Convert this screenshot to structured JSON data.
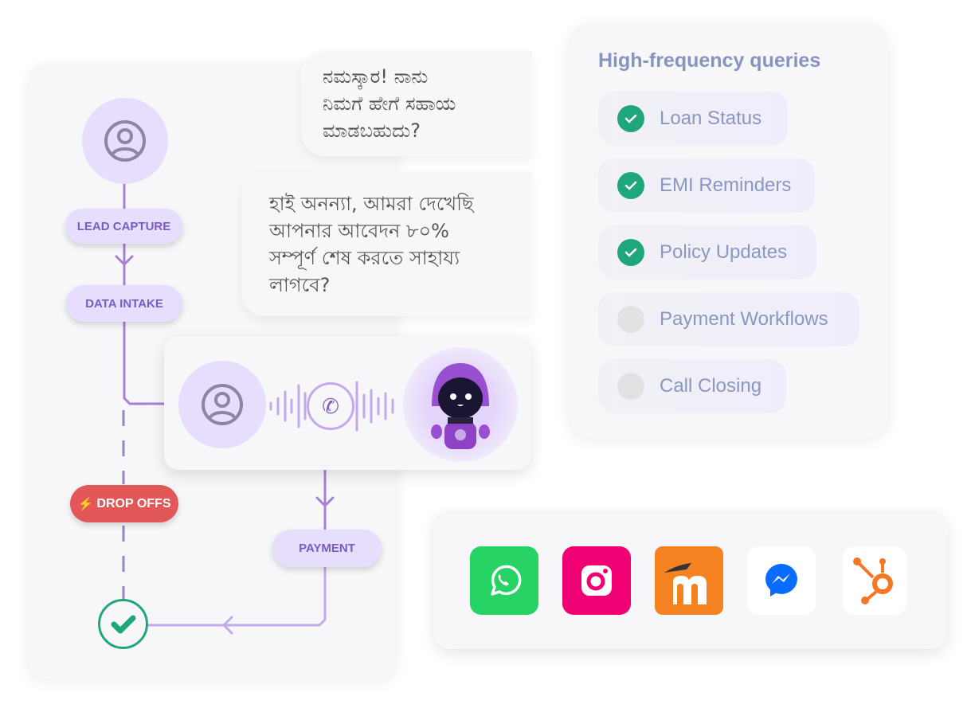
{
  "flow": {
    "steps": [
      "LEAD CAPTURE",
      "DATA INTAKE",
      "PAYMENT"
    ],
    "drop_offs_label": "DROP OFFS"
  },
  "chat": {
    "kannada_message": [
      "ನಮಸ್ಕಾರ! ನಾನು",
      "ನಿಮಗೆ ಹೇಗೆ ಸಹಾಯ",
      "ಮಾಡಬಹುದು?"
    ],
    "bengali_message": [
      "হাই অনন্যা, আমরা দেখেছি",
      "আপনার আবেদন ৮০%",
      "সম্পূর্ণ শেষ করতে সাহায্য",
      "লাগবে?"
    ]
  },
  "queries": {
    "title": "High-frequency queries",
    "items": [
      {
        "label": "Loan Status",
        "done": true
      },
      {
        "label": "EMI Reminders",
        "done": true
      },
      {
        "label": "Policy Updates",
        "done": true
      },
      {
        "label": "Payment Workflows",
        "done": false
      },
      {
        "label": "Call Closing",
        "done": false
      }
    ]
  },
  "integrations": [
    "whatsapp",
    "instagram",
    "moodle",
    "messenger",
    "hubspot"
  ],
  "colors": {
    "accent": "#a77fd6",
    "pill": "#e6defc",
    "success": "#1fa67a",
    "danger": "#e25757"
  }
}
